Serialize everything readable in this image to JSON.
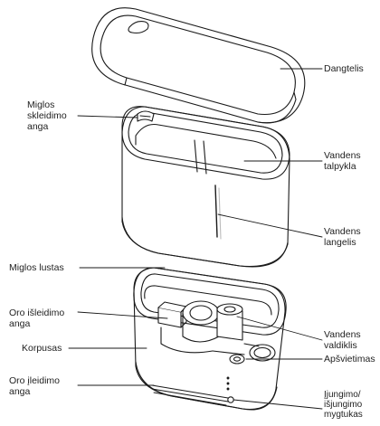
{
  "labels": {
    "dangtelis": "Dangtelis",
    "miglos_skleidimo_anga": "Miglos\nskleidimo\nanga",
    "vandens_talpykla": "Vandens\ntalpykla",
    "vandens_langelis": "Vandens\nlangelis",
    "miglos_lustas": "Miglos lustas",
    "oro_isleidimo_anga": "Oro išleidimo\nanga",
    "vandens_valdiklis": "Vandens\nvaldiklis",
    "korpusas": "Korpusas",
    "apsvietimas": "Apšvietimas",
    "oro_ileidimo_anga": "Oro įleidimo\nanga",
    "ijungimo_mygtukas": "Įjungimo/\nišjungimo\nmygtukas"
  },
  "colors": {
    "line": "#1a1a1a",
    "fill": "#ffffff",
    "shade": "#d9d9d9"
  }
}
